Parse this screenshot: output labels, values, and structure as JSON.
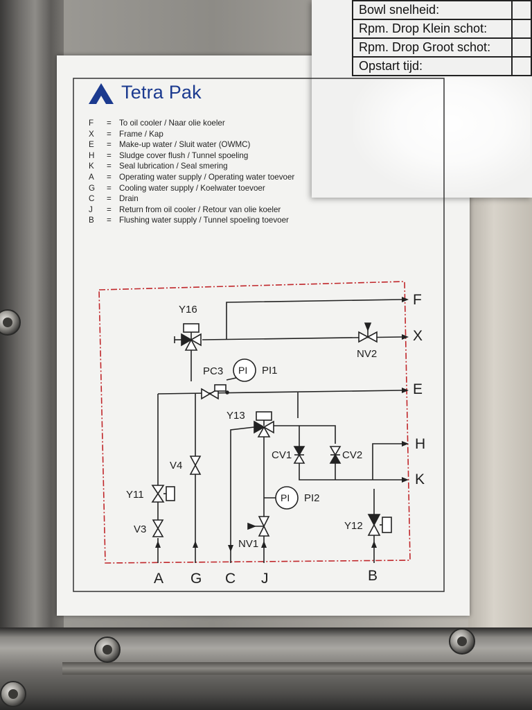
{
  "card": {
    "rows": [
      "Bowl snelheid:",
      "Rpm. Drop Klein schot:",
      "Rpm. Drop Groot schot:",
      "Opstart tijd:"
    ]
  },
  "logo": {
    "brand": "Tetra Pak",
    "color": "#1b3a8f"
  },
  "legend": [
    {
      "key": "F",
      "text": "To oil cooler / Naar olie koeler"
    },
    {
      "key": "X",
      "text": "Frame / Kap"
    },
    {
      "key": "E",
      "text": "Make-up water / Sluit water (OWMC)"
    },
    {
      "key": "H",
      "text": "Sludge cover flush / Tunnel spoeling"
    },
    {
      "key": "K",
      "text": "Seal lubrication / Seal smering"
    },
    {
      "key": "A",
      "text": "Operating water supply / Operating water toevoer"
    },
    {
      "key": "G",
      "text": "Cooling water supply / Koelwater toevoer"
    },
    {
      "key": "C",
      "text": "Drain"
    },
    {
      "key": "J",
      "text": "Return from oil cooler / Retour van olie koeler"
    },
    {
      "key": "B",
      "text": "Flushing water supply / Tunnel spoeling toevoer"
    }
  ],
  "diagram": {
    "boundary_color": "#c0262a",
    "components": {
      "y16": "Y16",
      "pc3": "PC3",
      "pi1_sym": "PI",
      "pi1": "PI1",
      "nv2": "NV2",
      "y13": "Y13",
      "cv1": "CV1",
      "cv2": "CV2",
      "v4": "V4",
      "y11": "Y11",
      "v3": "V3",
      "pi2_sym": "PI",
      "pi2": "PI2",
      "nv1": "NV1",
      "y12": "Y12"
    },
    "ports": {
      "f": "F",
      "x": "X",
      "e": "E",
      "h": "H",
      "k": "K",
      "a": "A",
      "g": "G",
      "c": "C",
      "j": "J",
      "b": "B"
    }
  }
}
